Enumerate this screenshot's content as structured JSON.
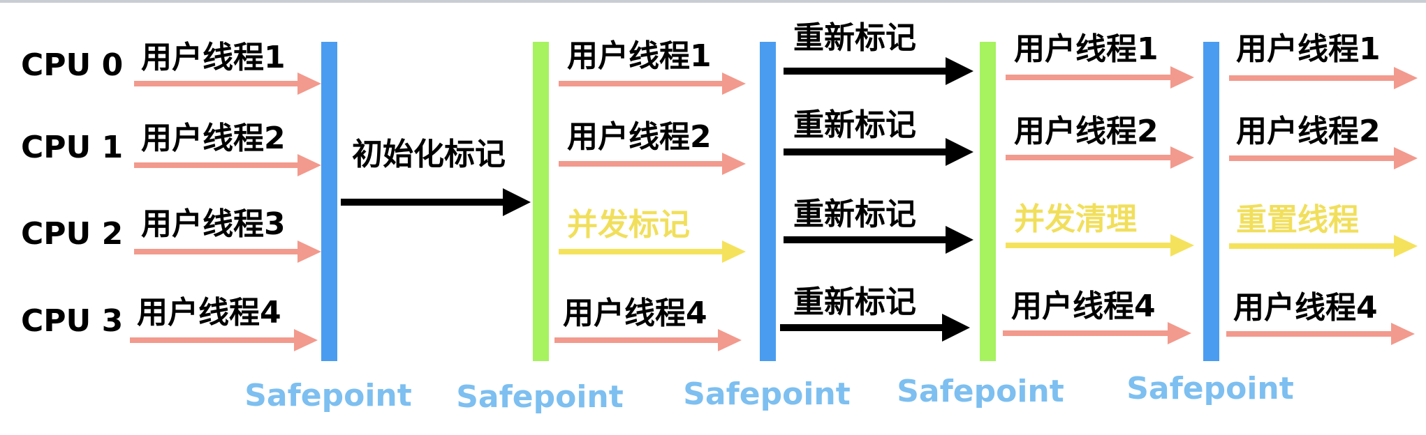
{
  "colors": {
    "user_thread": "#f29a8d",
    "gc_thread": "#f5e25c",
    "gc_text": "#f1df5c",
    "mark_arrow": "#000000",
    "safepoint_blue": "#4a9cf0",
    "safepoint_green": "#a6f25f",
    "safepoint_label": "#7dbff0",
    "label_text": "#000000"
  },
  "cpus": [
    "CPU 0",
    "CPU 1",
    "CPU 2",
    "CPU 3"
  ],
  "safepoints": [
    {
      "label": "Safepoint",
      "color": "blue"
    },
    {
      "label": "Safepoint",
      "color": "green"
    },
    {
      "label": "Safepoint",
      "color": "blue"
    },
    {
      "label": "Safepoint",
      "color": "green"
    },
    {
      "label": "Safepoint",
      "color": "blue"
    }
  ],
  "phases": [
    {
      "type": "per_cpu",
      "rows": [
        {
          "label": "用户线程1",
          "kind": "user"
        },
        {
          "label": "用户线程2",
          "kind": "user"
        },
        {
          "label": "用户线程3",
          "kind": "user"
        },
        {
          "label": "用户线程4",
          "kind": "user"
        }
      ]
    },
    {
      "type": "single",
      "label": "初始化标记",
      "kind": "mark"
    },
    {
      "type": "per_cpu",
      "rows": [
        {
          "label": "用户线程1",
          "kind": "user"
        },
        {
          "label": "用户线程2",
          "kind": "user"
        },
        {
          "label": "并发标记",
          "kind": "gc"
        },
        {
          "label": "用户线程4",
          "kind": "user"
        }
      ]
    },
    {
      "type": "per_cpu",
      "rows": [
        {
          "label": "重新标记",
          "kind": "mark"
        },
        {
          "label": "重新标记",
          "kind": "mark"
        },
        {
          "label": "重新标记",
          "kind": "mark"
        },
        {
          "label": "重新标记",
          "kind": "mark"
        }
      ]
    },
    {
      "type": "per_cpu",
      "rows": [
        {
          "label": "用户线程1",
          "kind": "user"
        },
        {
          "label": "用户线程2",
          "kind": "user"
        },
        {
          "label": "并发清理",
          "kind": "gc"
        },
        {
          "label": "用户线程4",
          "kind": "user"
        }
      ]
    },
    {
      "type": "per_cpu",
      "rows": [
        {
          "label": "用户线程1",
          "kind": "user"
        },
        {
          "label": "用户线程2",
          "kind": "user"
        },
        {
          "label": "重置线程",
          "kind": "gc"
        },
        {
          "label": "用户线程4",
          "kind": "user"
        }
      ]
    }
  ]
}
